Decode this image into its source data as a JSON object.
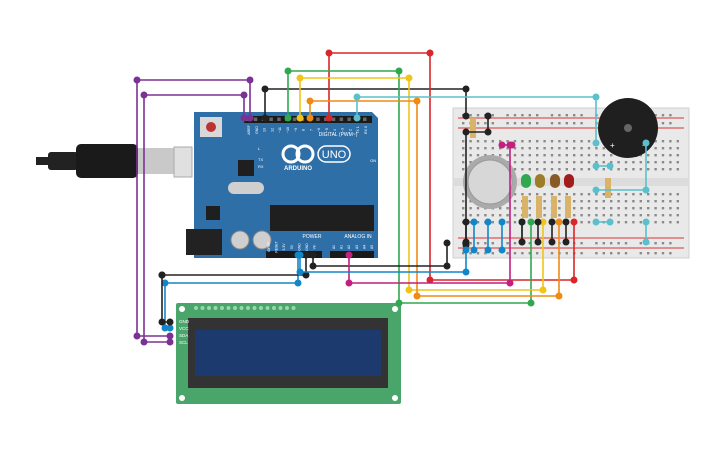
{
  "arduino": {
    "brand": "ARDUINO",
    "model": "UNO",
    "digital_label": "DIGITAL (PWM~)",
    "power_label": "POWER",
    "analog_label": "ANALOG IN",
    "on_label": "ON",
    "l_label": "L",
    "tx_label": "TX",
    "rx_label": "RX",
    "top_pins": [
      "AREF",
      "GND",
      "13",
      "12",
      "~11",
      "~10",
      "~9",
      "8",
      "7",
      "~6",
      "~5",
      "4",
      "~3",
      "2",
      "TX 1",
      "RX 0"
    ],
    "power_pins": [
      "IOREF",
      "RESET",
      "3.3V",
      "5V",
      "GND",
      "GND",
      "Vin"
    ],
    "analog_pins": [
      "A0",
      "A1",
      "A2",
      "A3",
      "A4",
      "A5"
    ]
  },
  "lcd": {
    "pins": [
      "GND",
      "VCC",
      "SDA",
      "SCL"
    ]
  },
  "buzzer": {
    "plus": "+",
    "minus": "−"
  },
  "breadboard": {
    "rail_plus": "+",
    "rail_minus": "−"
  },
  "colors": {
    "red": "#d9262a",
    "green": "#2fa84f",
    "yellow": "#f0c419",
    "orange": "#f08a13",
    "cyan": "#5bc0cc",
    "black": "#222222",
    "purple": "#7b3294",
    "blue": "#1287c8",
    "magenta": "#c21f7f",
    "arduino": "#2f6fa8",
    "lcd_pcb": "#4aa56a"
  }
}
